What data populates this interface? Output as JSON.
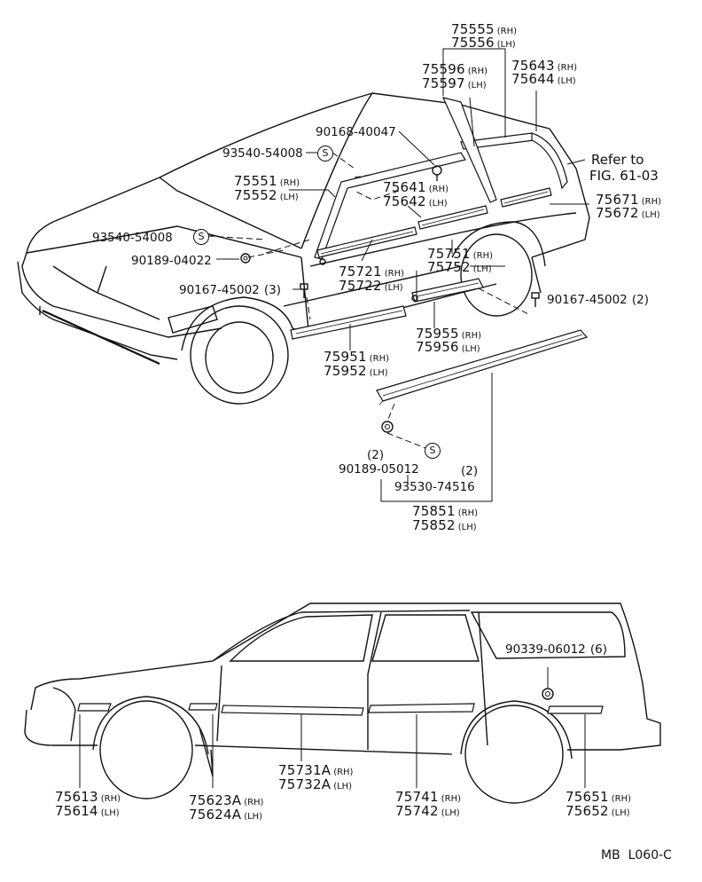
{
  "parts": {
    "p75555": {
      "num": "75555",
      "side": "(RH)"
    },
    "p75556": {
      "num": "75556",
      "side": "(LH)"
    },
    "p75596": {
      "num": "75596",
      "side": "(RH)"
    },
    "p75597": {
      "num": "75597",
      "side": "(LH)"
    },
    "p75643": {
      "num": "75643",
      "side": "(RH)"
    },
    "p75644": {
      "num": "75644",
      "side": "(LH)"
    },
    "p75551": {
      "num": "75551",
      "side": "(RH)"
    },
    "p75552": {
      "num": "75552",
      "side": "(LH)"
    },
    "p75641": {
      "num": "75641",
      "side": "(RH)"
    },
    "p75642": {
      "num": "75642",
      "side": "(LH)"
    },
    "p75671": {
      "num": "75671",
      "side": "(RH)"
    },
    "p75672": {
      "num": "75672",
      "side": "(LH)"
    },
    "p75751": {
      "num": "75751",
      "side": "(RH)"
    },
    "p75752": {
      "num": "75752",
      "side": "(LH)"
    },
    "p75721": {
      "num": "75721",
      "side": "(RH)"
    },
    "p75722": {
      "num": "75722",
      "side": "(LH)"
    },
    "p75955": {
      "num": "75955",
      "side": "(RH)"
    },
    "p75956": {
      "num": "75956",
      "side": "(LH)"
    },
    "p75951": {
      "num": "75951",
      "side": "(RH)"
    },
    "p75952": {
      "num": "75952",
      "side": "(LH)"
    },
    "p75851": {
      "num": "75851",
      "side": "(RH)"
    },
    "p75852": {
      "num": "75852",
      "side": "(LH)"
    },
    "p75613": {
      "num": "75613",
      "side": "(RH)"
    },
    "p75614": {
      "num": "75614",
      "side": "(LH)"
    },
    "p75623A": {
      "num": "75623A",
      "side": "(RH)"
    },
    "p75624A": {
      "num": "75624A",
      "side": "(LH)"
    },
    "p75731A": {
      "num": "75731A",
      "side": "(RH)"
    },
    "p75732A": {
      "num": "75732A",
      "side": "(LH)"
    },
    "p75741": {
      "num": "75741",
      "side": "(RH)"
    },
    "p75742": {
      "num": "75742",
      "side": "(LH)"
    },
    "p75651": {
      "num": "75651",
      "side": "(RH)"
    },
    "p75652": {
      "num": "75652",
      "side": "(LH)"
    }
  },
  "fasteners": {
    "f90168_40047": "90168-40047",
    "f93540_54008_a": "93540-54008",
    "f93540_54008_b": "93540-54008",
    "f90189_04022": "90189-04022",
    "f90167_45002_l": "90167-45002",
    "f90167_45002_l_qty": "(3)",
    "f90167_45002_r": "90167-45002",
    "f90167_45002_r_qty": "(2)",
    "f90189_05012": "90189-05012",
    "f90189_05012_qty": "(2)",
    "f93530_74516": "93530-74516",
    "f93530_74516_qty": "(2)",
    "f90339_06012": "90339-06012",
    "f90339_06012_qty": "(6)"
  },
  "reference": {
    "line1": "Refer to",
    "line2": "FIG. 61-03"
  },
  "symbol_s": "S",
  "footer_code": "MB  L060-C"
}
